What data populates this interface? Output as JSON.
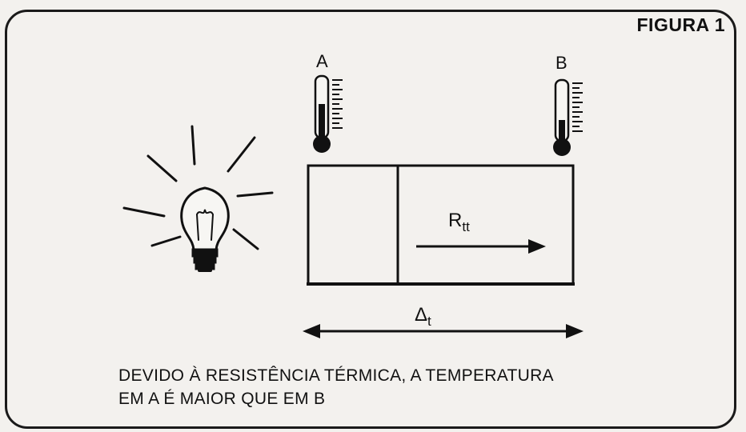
{
  "figure": {
    "title": "FIGURA 1",
    "thermometer_a_label": "A",
    "thermometer_b_label": "B",
    "thermal_resistance_symbol": "R",
    "thermal_resistance_subscript": "tt",
    "delta_symbol": "Δ",
    "delta_subscript": "t",
    "caption_line1": "DEVIDO À RESISTÊNCIA TÉRMICA, A TEMPERATURA",
    "caption_line2": "EM A É MAIOR QUE EM B"
  },
  "colors": {
    "ink": "#111111",
    "paper": "#f3f1ee",
    "bleed_through": "#c9c6c2"
  }
}
